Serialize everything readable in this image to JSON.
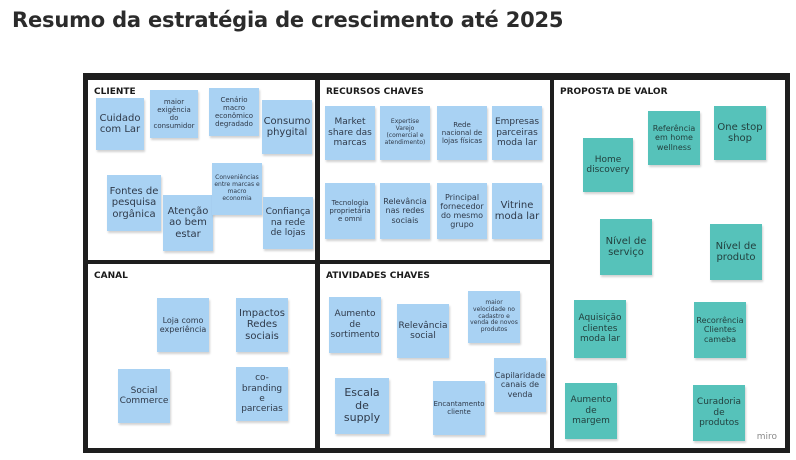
{
  "title": "Resumo da estratégia de crescimento até 2025",
  "watermark": "miro",
  "colors": {
    "blue_note": "#a9d2f3",
    "teal_note": "#56c2ba",
    "frame": "#1e1e1e"
  },
  "panels": {
    "cliente": {
      "title": "CLIENTE",
      "notes": [
        "Cuidado com Lar",
        "maior exigência do consumidor",
        "Cenário macro econômico degradado",
        "Consumo phygital",
        "Fontes de pesquisa orgânica",
        "Atenção ao bem estar",
        "Conveniências entre marcas e macro economia",
        "Confiança na rede de lojas"
      ]
    },
    "recursos": {
      "title": "RECURSOS CHAVES",
      "notes": [
        "Market share das marcas",
        "Expertise Varejo (comercial e atendimento)",
        "Rede nacional de lojas físicas",
        "Empresas parceiras moda lar",
        "Tecnologia proprietária e omni",
        "Relevância nas redes sociais",
        "Principal fornecedor do mesmo grupo",
        "Vitrine moda lar"
      ]
    },
    "proposta": {
      "title": "PROPOSTA DE VALOR",
      "notes": [
        "Home discovery",
        "Referência em home wellness",
        "One stop shop",
        "Nível de serviço",
        "Nível de produto",
        "Aquisição clientes moda lar",
        "Recorrência Clientes cameba",
        "Aumento de margem",
        "Curadoria de produtos"
      ]
    },
    "canal": {
      "title": "CANAL",
      "notes": [
        "Loja como experiência",
        "Impactos Redes sociais",
        "Social Commerce",
        "co-branding e parcerias"
      ]
    },
    "atividades": {
      "title": "ATIVIDADES CHAVES",
      "notes": [
        "Aumento de sortimento",
        "Relevância social",
        "maior velocidade no cadastro e venda de novos produtos",
        "Capilaridade canais de venda",
        "Escala de supply",
        "Encantamento cliente"
      ]
    }
  }
}
